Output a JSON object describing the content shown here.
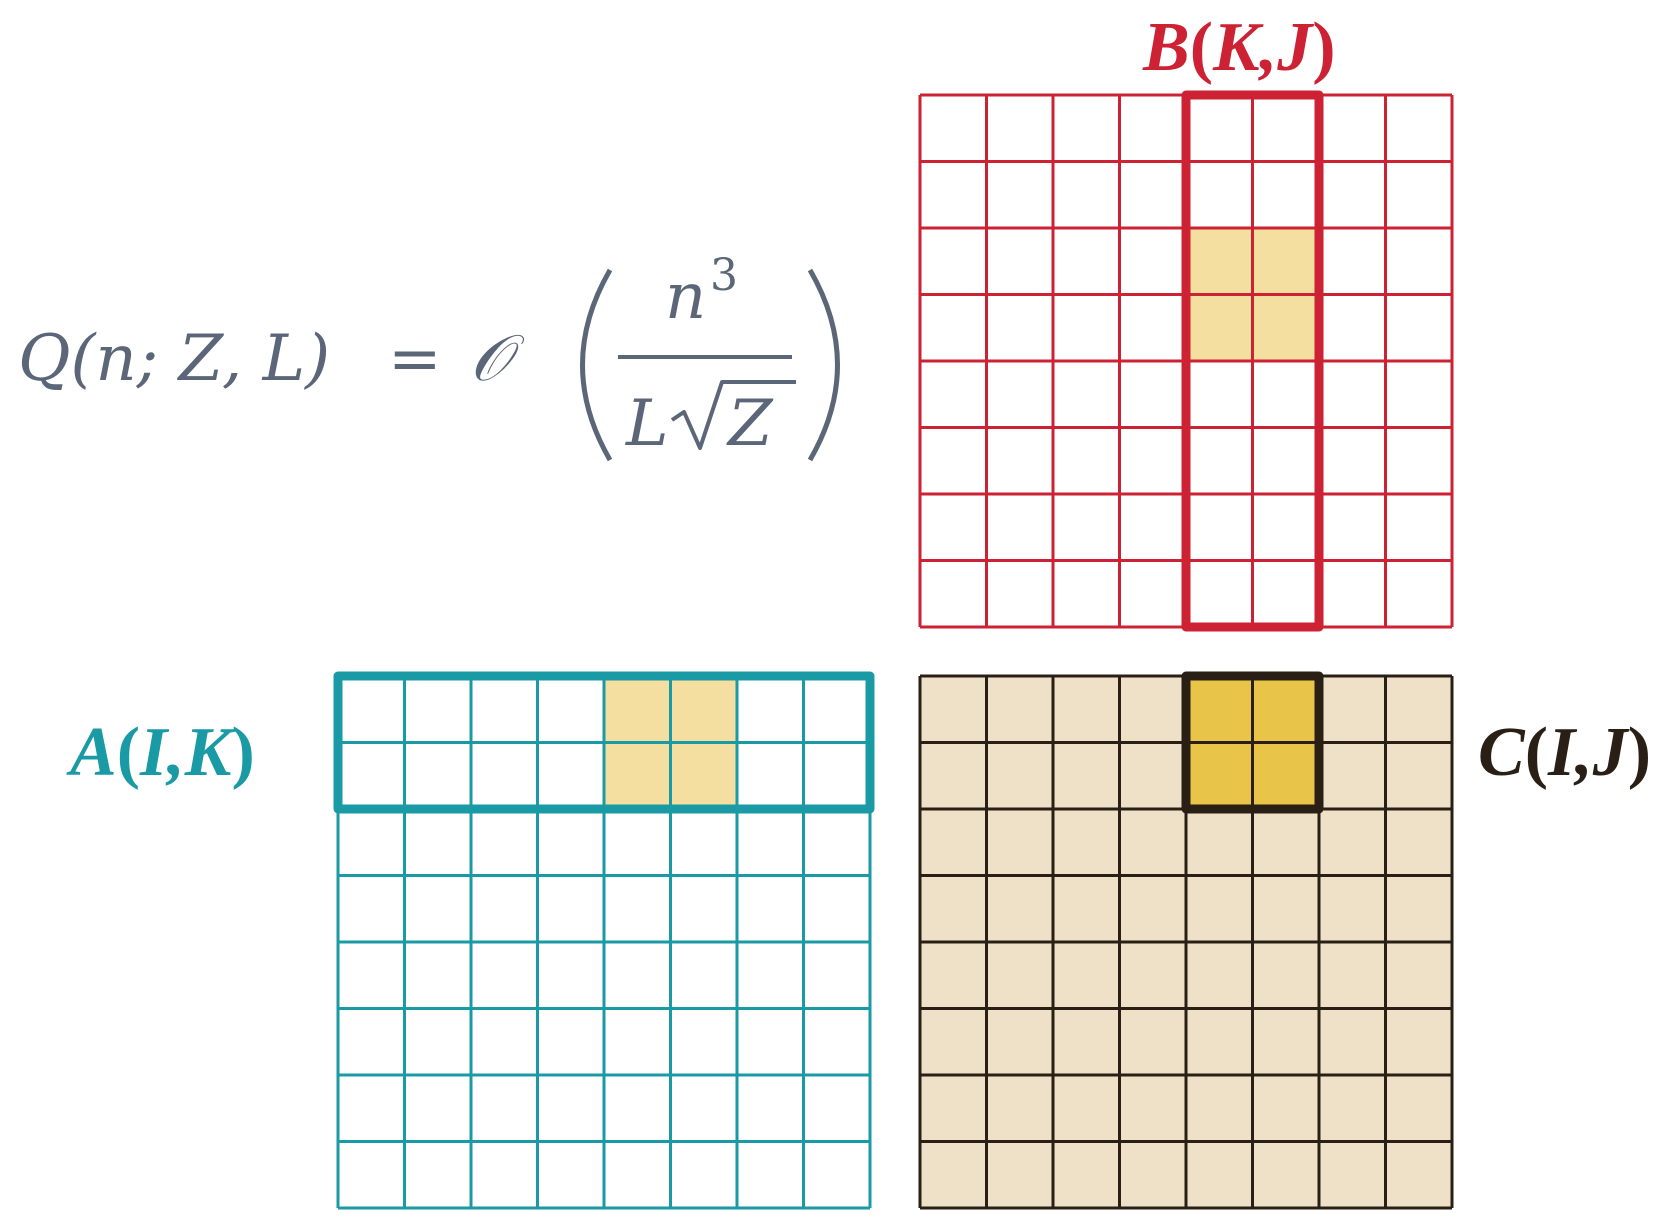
{
  "formula": {
    "lhs": "Q(n; Z, L)",
    "equals": "=",
    "big_o": "𝒪",
    "numerator_base": "n",
    "numerator_exp": "3",
    "denominator_l": "L",
    "denominator_z": "Z"
  },
  "matrices": [
    {
      "id": "B",
      "label_letter": "B",
      "label_args": "K,J",
      "color": "#cc2233",
      "fill": "#ffffff",
      "rows": 8,
      "cols": 8,
      "selected_block": {
        "row_start": 0,
        "row_end": 7,
        "col_start": 4,
        "col_end": 5
      },
      "highlight_cells": {
        "row_start": 2,
        "row_end": 3,
        "col_start": 4,
        "col_end": 5,
        "color": "#f5dfa0"
      }
    },
    {
      "id": "A",
      "label_letter": "A",
      "label_args": "I,K",
      "color": "#1a9aa5",
      "fill": "#ffffff",
      "rows": 8,
      "cols": 8,
      "selected_block": {
        "row_start": 0,
        "row_end": 1,
        "col_start": 0,
        "col_end": 7
      },
      "highlight_cells": {
        "row_start": 0,
        "row_end": 1,
        "col_start": 4,
        "col_end": 5,
        "color": "#f5dfa0"
      }
    },
    {
      "id": "C",
      "label_letter": "C",
      "label_args": "I,J",
      "color": "#2a1f15",
      "fill": "#efe1c8",
      "rows": 8,
      "cols": 8,
      "selected_block": {
        "row_start": 0,
        "row_end": 1,
        "col_start": 4,
        "col_end": 5
      },
      "highlight_cells": {
        "row_start": 0,
        "row_end": 1,
        "col_start": 4,
        "col_end": 5,
        "color": "#e8c548"
      }
    }
  ],
  "colors": {
    "formula": "#5b6678"
  }
}
